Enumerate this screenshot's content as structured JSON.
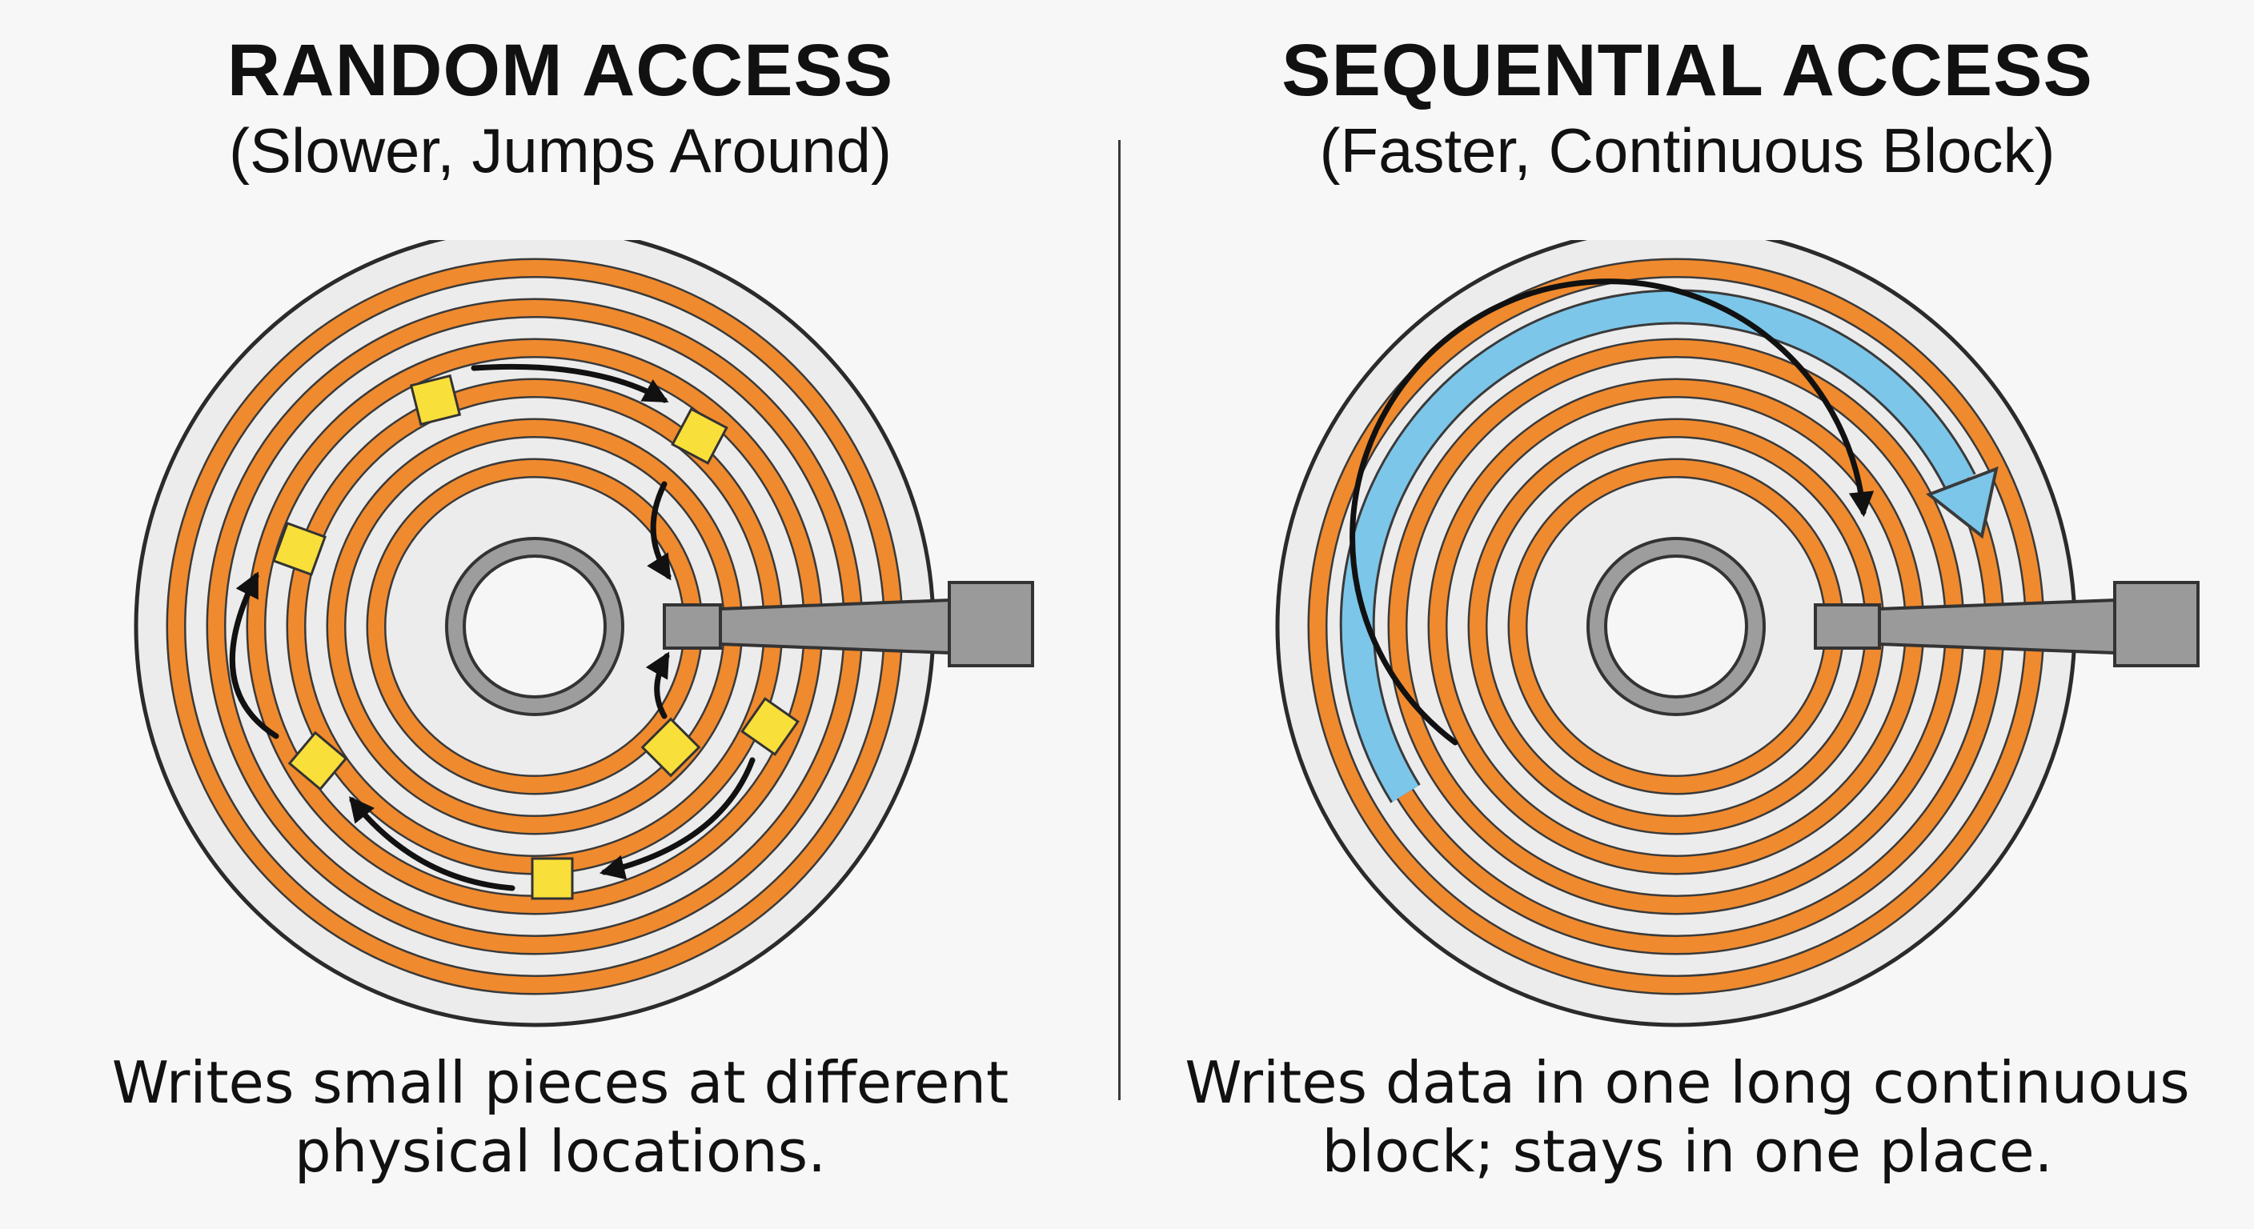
{
  "random": {
    "title": "RANDOM ACCESS",
    "subtitle": "(Slower, Jumps Around)",
    "caption_line1": "Writes small pieces at different",
    "caption_line2": "physical locations."
  },
  "sequential": {
    "title": "SEQUENTIAL ACCESS",
    "subtitle": "(Faster, Continuous Block)",
    "caption_line1": "Writes data in one long continuous",
    "caption_line2": "block; stays in one place."
  },
  "colors": {
    "track": "#f08a2e",
    "data_block": "#f9df3a",
    "sequential_block": "#7cc6ea",
    "arm": "#9a9a9a",
    "platter": "#ececec",
    "arrow": "#111111"
  }
}
